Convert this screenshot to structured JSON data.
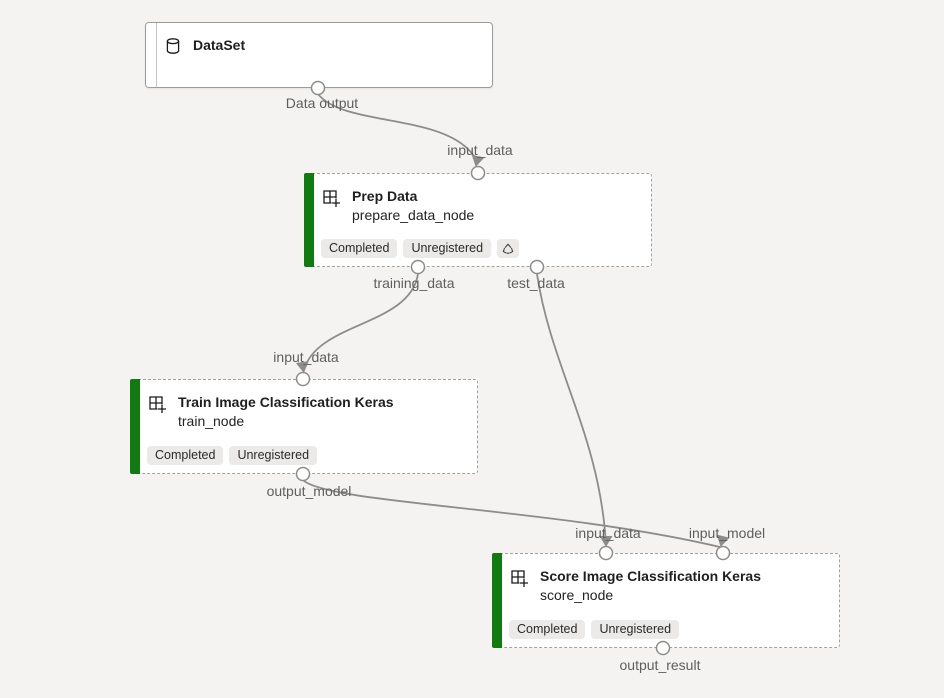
{
  "colors": {
    "background": "#f4f3f2",
    "node_background": "#ffffff",
    "accent_green": "#107c10",
    "edge": "#8e8c8a",
    "port_label": "#605e5c",
    "badge_background": "#eceae8",
    "title_text": "#201f1e"
  },
  "nodes": [
    {
      "title": "DataSet",
      "icon": "database-icon"
    },
    {
      "title": "Prep Data",
      "subtitle": "prepare_data_node",
      "icon": "component-icon",
      "badges": [
        "Completed",
        "Unregistered"
      ],
      "reuse_icon": "reuse-icon"
    },
    {
      "title": "Train Image Classification Keras",
      "subtitle": "train_node",
      "icon": "component-icon",
      "badges": [
        "Completed",
        "Unregistered"
      ]
    },
    {
      "title": "Score Image Classification Keras",
      "subtitle": "score_node",
      "icon": "component-icon",
      "badges": [
        "Completed",
        "Unregistered"
      ]
    }
  ],
  "port_labels": {
    "dataset_output": "Data output",
    "prep_input": "input_data",
    "prep_output_training": "training_data",
    "prep_output_test": "test_data",
    "train_input": "input_data",
    "train_output": "output_model",
    "score_input_data": "input_data",
    "score_input_model": "input_model",
    "score_output": "output_result"
  }
}
